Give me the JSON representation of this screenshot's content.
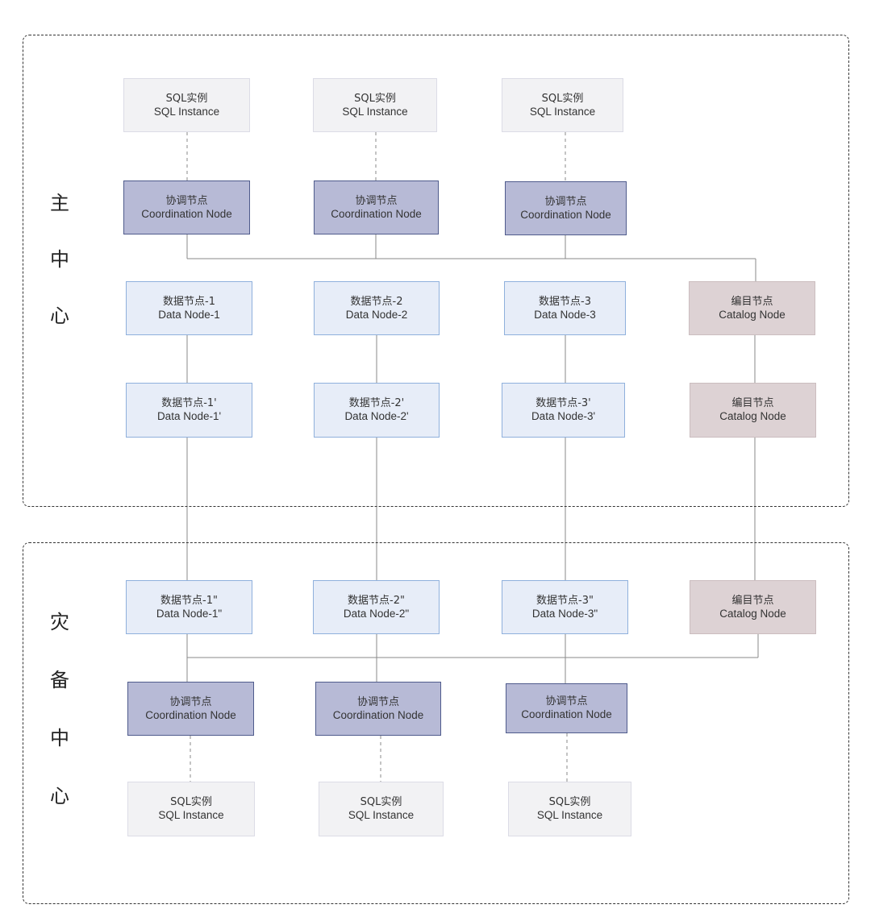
{
  "regions": {
    "main_center": {
      "label": [
        "主",
        "中",
        "心"
      ]
    },
    "backup_center": {
      "label": [
        "灾",
        "备",
        "中",
        "心"
      ]
    }
  },
  "nodes": {
    "sql": {
      "line1": "SQL实例",
      "line2": "SQL Instance"
    },
    "coord": {
      "line1": "协调节点",
      "line2": "Coordination Node"
    },
    "catalog": {
      "line1": "编目节点",
      "line2": "Catalog Node"
    },
    "data_primary": [
      {
        "line1": "数据节点-1",
        "line2": "Data Node-1"
      },
      {
        "line1": "数据节点-2",
        "line2": "Data Node-2"
      },
      {
        "line1": "数据节点-3",
        "line2": "Data Node-3"
      }
    ],
    "data_replica": [
      {
        "line1": "数据节点-1'",
        "line2": "Data Node-1'"
      },
      {
        "line1": "数据节点-2'",
        "line2": "Data Node-2'"
      },
      {
        "line1": "数据节点-3'",
        "line2": "Data Node-3'"
      }
    ],
    "data_backup": [
      {
        "line1": "数据节点-1\"",
        "line2": "Data Node-1\""
      },
      {
        "line1": "数据节点-2\"",
        "line2": "Data Node-2\""
      },
      {
        "line1": "数据节点-3\"",
        "line2": "Data Node-3\""
      }
    ]
  },
  "colors": {
    "sql_fill": "#f2f2f4",
    "coord_fill": "#b7bad6",
    "data_fill": "#e7edf8",
    "catalog_fill": "#ddd2d4",
    "connector": "#888888"
  }
}
